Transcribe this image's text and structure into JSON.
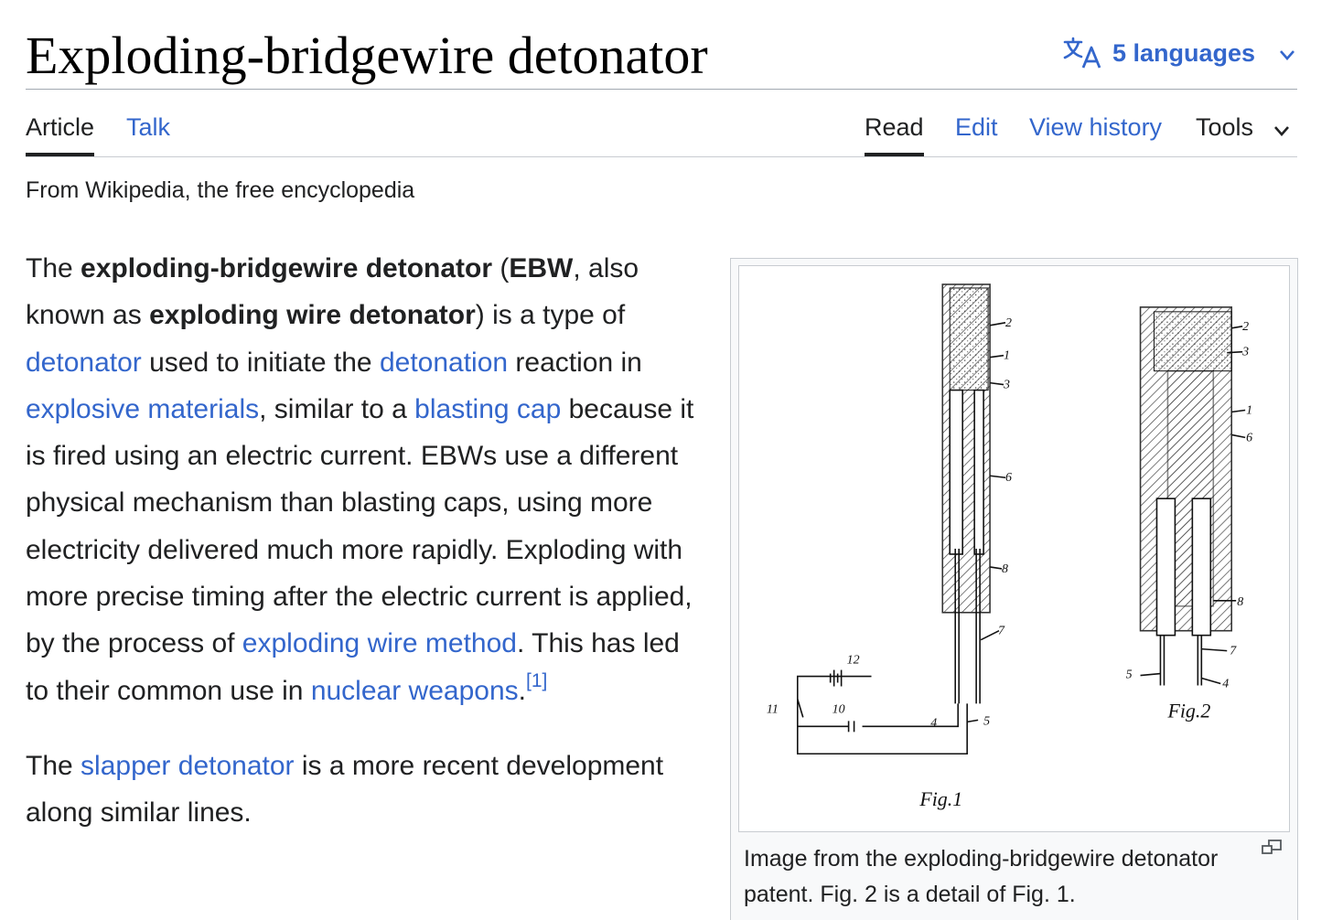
{
  "header": {
    "title": "Exploding-bridgewire detonator",
    "languages_label": "5 languages",
    "language_icon": "translate-icon",
    "chevron_icon": "chevron-down-icon"
  },
  "tabs": {
    "article": "Article",
    "talk": "Talk",
    "read": "Read",
    "edit": "Edit",
    "view_history": "View history",
    "tools": "Tools"
  },
  "tagline": "From Wikipedia, the free encyclopedia",
  "paragraph1": {
    "t1": "The ",
    "b1": "exploding-bridgewire detonator",
    "t2": " (",
    "b2": "EBW",
    "t3": ", also known as ",
    "b3": "exploding wire detonator",
    "t4": ") is a type of ",
    "l1": "detonator",
    "t5": " used to initiate the ",
    "l2": "detonation",
    "t6": " reaction in ",
    "l3": "explosive materials",
    "t7": ", similar to a ",
    "l4": "blasting cap",
    "t8": " because it is fired using an electric current. EBWs use a different physical mechanism than blasting caps, using more electricity delivered much more rapidly. Exploding with more precise timing after the electric current is applied, by the process of ",
    "l5": "exploding wire method",
    "t9": ". This has led to their common use in ",
    "l6": "nuclear weapons",
    "t10": ".",
    "ref": "[1]"
  },
  "paragraph2": {
    "t1": "The ",
    "l1": "slapper detonator",
    "t2": " is a more recent development along similar lines."
  },
  "infobox": {
    "caption": "Image from the exploding-bridgewire detonator patent. Fig. 2 is a detail of Fig. 1.",
    "enlarge_icon": "enlarge-icon",
    "figure": {
      "fig1_label": "Fig.1",
      "fig2_label": "Fig.2",
      "fig1_numbers": [
        "2",
        "1",
        "3",
        "6",
        "8",
        "7",
        "12",
        "11",
        "10",
        "4",
        "5"
      ],
      "fig2_numbers": [
        "2",
        "3",
        "1",
        "6",
        "8",
        "7",
        "5",
        "4"
      ]
    }
  }
}
